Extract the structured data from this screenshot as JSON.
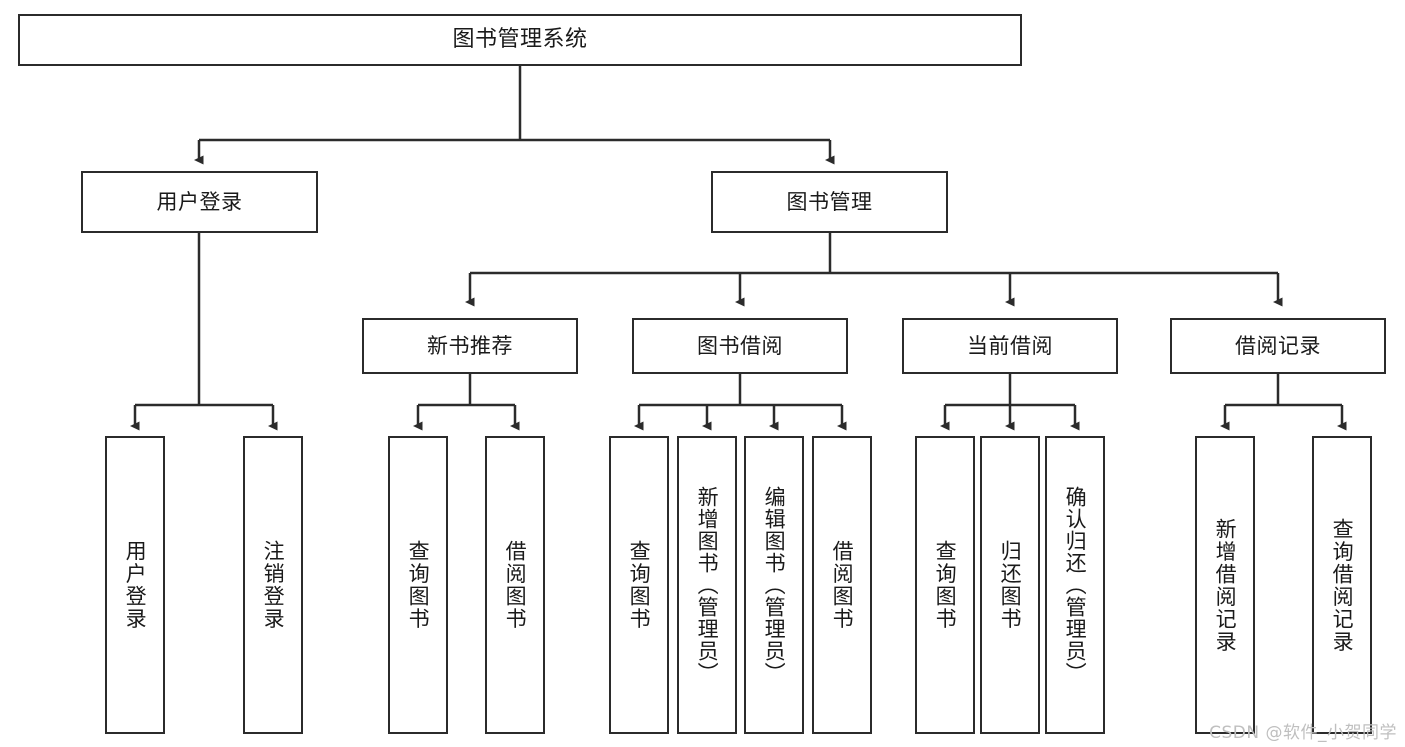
{
  "diagram": {
    "title": "图书管理系统",
    "type": "tree-hierarchy",
    "colors": {
      "box_border": "#2b2b2b",
      "box_fill": "#ffffff",
      "connector": "#2b2b2b",
      "text": "#1a1a1a",
      "watermark": "#bfbfbf"
    },
    "watermark": "CSDN @软件_小贺同学",
    "nodes": {
      "root": {
        "label": "图书管理系统"
      },
      "level2": [
        {
          "id": "user-login",
          "label": "用户登录"
        },
        {
          "id": "book-management",
          "label": "图书管理"
        }
      ],
      "level3": [
        {
          "id": "new-book-recommend",
          "label": "新书推荐"
        },
        {
          "id": "book-borrow",
          "label": "图书借阅"
        },
        {
          "id": "current-borrow",
          "label": "当前借阅"
        },
        {
          "id": "borrow-record",
          "label": "借阅记录"
        }
      ],
      "leaves": {
        "user_login": [
          {
            "id": "leaf-user-login",
            "label": "用户登录"
          },
          {
            "id": "leaf-logout-login",
            "label": "注销登录"
          }
        ],
        "new_book_recommend": [
          {
            "id": "leaf-query-book-1",
            "label": "查询图书"
          },
          {
            "id": "leaf-borrow-book-1",
            "label": "借阅图书"
          }
        ],
        "book_borrow": [
          {
            "id": "leaf-query-book-2",
            "label": "查询图书"
          },
          {
            "id": "leaf-add-book",
            "label": "新增图书（管理员）"
          },
          {
            "id": "leaf-edit-book",
            "label": "编辑图书（管理员）"
          },
          {
            "id": "leaf-borrow-book-2",
            "label": "借阅图书"
          }
        ],
        "current_borrow": [
          {
            "id": "leaf-query-book-3",
            "label": "查询图书"
          },
          {
            "id": "leaf-return-book",
            "label": "归还图书"
          },
          {
            "id": "leaf-confirm-return",
            "label": "确认归还（管理员）"
          }
        ],
        "borrow_record": [
          {
            "id": "leaf-add-borrow-record",
            "label": "新增借阅记录"
          },
          {
            "id": "leaf-query-borrow-record",
            "label": "查询借阅记录"
          }
        ]
      }
    }
  }
}
